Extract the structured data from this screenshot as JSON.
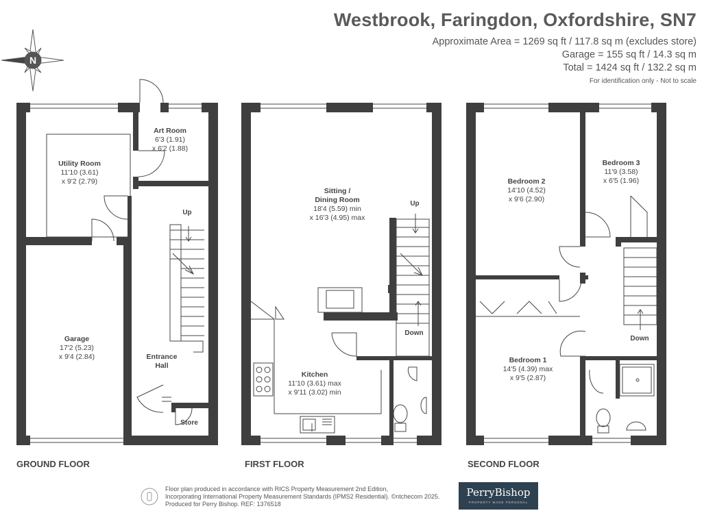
{
  "header": {
    "title": "Westbrook, Faringdon, Oxfordshire, SN7",
    "area": "Approximate Area = 1269 sq ft / 117.8 sq m (excludes store)",
    "garage": "Garage = 155 sq ft / 14.3 sq m",
    "total": "Total = 1424 sq ft / 132.2 sq m",
    "note": "For identification only - Not to scale"
  },
  "compass": {
    "label": "N",
    "icon": "compass-icon"
  },
  "floors": [
    {
      "label": "GROUND FLOOR"
    },
    {
      "label": "FIRST FLOOR"
    },
    {
      "label": "SECOND FLOOR"
    }
  ],
  "rooms": {
    "art_room": {
      "name": "Art Room",
      "d1": "6'3 (1.91)",
      "d2": "x 6'2 (1.88)"
    },
    "utility_room": {
      "name": "Utility Room",
      "d1": "11'10 (3.61)",
      "d2": "x 9'2 (2.79)"
    },
    "garage": {
      "name": "Garage",
      "d1": "17'2 (5.23)",
      "d2": "x 9'4 (2.84)"
    },
    "entrance_hall": {
      "name1": "Entrance",
      "name2": "Hall"
    },
    "store": {
      "name": "Store"
    },
    "sitting_dining": {
      "name1": "Sitting /",
      "name2": "Dining Room",
      "d1": "18'4 (5.59) min",
      "d2": "x 16'3 (4.95) max"
    },
    "kitchen": {
      "name": "Kitchen",
      "d1": "11'10 (3.61) max",
      "d2": "x 9'11 (3.02) min"
    },
    "bedroom2": {
      "name": "Bedroom 2",
      "d1": "14'10 (4.52)",
      "d2": "x 9'6 (2.90)"
    },
    "bedroom3": {
      "name": "Bedroom 3",
      "d1": "11'9 (3.58)",
      "d2": "x 6'5 (1.96)"
    },
    "bedroom1": {
      "name": "Bedroom 1",
      "d1": "14'5 (4.39) max",
      "d2": "x 9'5 (2.87)"
    }
  },
  "stairs": {
    "ground_up": "Up",
    "first_up": "Up",
    "first_down": "Down",
    "second_down": "Down"
  },
  "footer": {
    "line1": "Floor plan produced in accordance with RICS Property Measurement 2nd Edition,",
    "line2": "Incorporating International Property Measurement Standards (IPMS2 Residential).   ©ntchecom 2025.",
    "line3": "Produced for Perry Bishop.   REF: 1376518",
    "icon": "ntchecom-logo-icon"
  },
  "brand": {
    "name": "PerryBishop",
    "tagline": "PROPERTY MADE PERSONAL"
  },
  "colors": {
    "wall": "#3f3f3f",
    "text": "#444444",
    "brand_bg": "#2e4150"
  }
}
